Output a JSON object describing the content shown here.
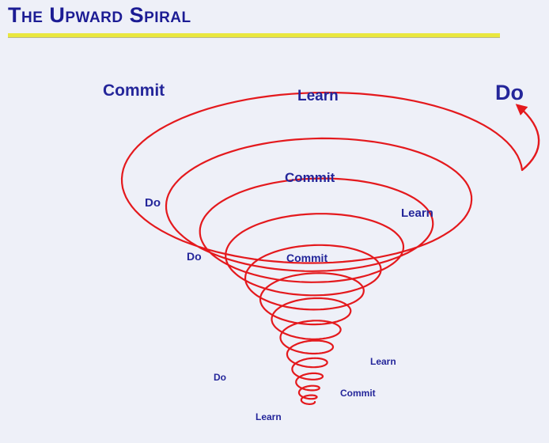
{
  "title": "The Upward Spiral",
  "colors": {
    "background": "#eef0f8",
    "title": "#1c1c94",
    "underline": "#e9e73e",
    "spiral": "#e4191d",
    "label": "#24269a"
  },
  "labels": [
    {
      "text": "Commit"
    },
    {
      "text": "Learn"
    },
    {
      "text": "Do"
    },
    {
      "text": "Commit"
    },
    {
      "text": "Do"
    },
    {
      "text": "Learn"
    },
    {
      "text": "Do"
    },
    {
      "text": "Commit"
    },
    {
      "text": "Learn"
    },
    {
      "text": "Do"
    },
    {
      "text": "Commit"
    },
    {
      "text": "Learn"
    }
  ]
}
